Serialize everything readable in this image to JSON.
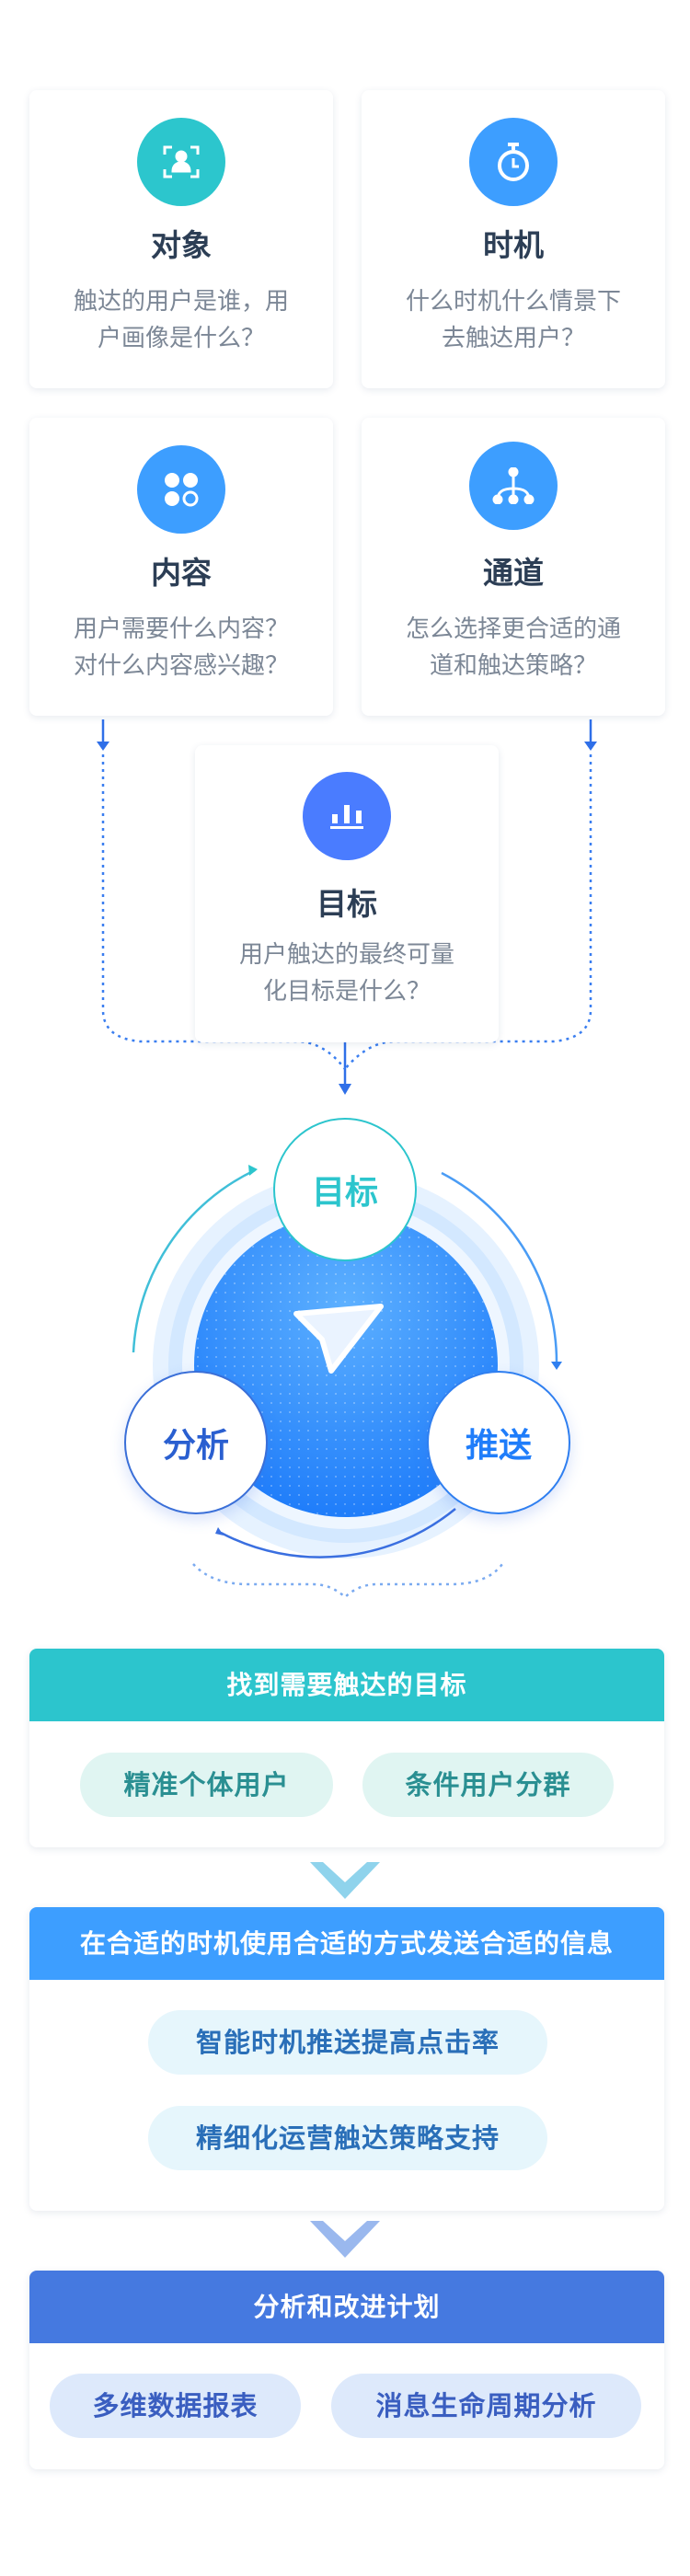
{
  "cards": [
    {
      "title": "对象",
      "desc1": "触达的用户是谁，用",
      "desc2": "户画像是什么？",
      "icon": "user-scan-icon",
      "color": "#2cc6cd"
    },
    {
      "title": "时机",
      "desc1": "什么时机什么情景下",
      "desc2": "去触达用户？",
      "icon": "stopwatch-icon",
      "color": "#3d9eff"
    },
    {
      "title": "内容",
      "desc1": "用户需要什么内容？",
      "desc2": "对什么内容感兴趣？",
      "icon": "content-grid-icon",
      "color": "#3d9eff"
    },
    {
      "title": "通道",
      "desc1": "怎么选择更合适的通",
      "desc2": "道和触达策略？",
      "icon": "channel-branch-icon",
      "color": "#3d9eff"
    },
    {
      "title": "目标",
      "desc1": "用户触达的最终可量",
      "desc2": "化目标是什么？",
      "icon": "bar-chart-icon",
      "color": "#4a7cff"
    }
  ],
  "cycle": {
    "top": "目标",
    "left": "分析",
    "right": "推送"
  },
  "sections": [
    {
      "header": "找到需要触达的目标",
      "pills": [
        "精准个体用户",
        "条件用户分群"
      ],
      "color": "#2cc5cd"
    },
    {
      "header": "在合适的时机使用合适的方式发送合适的信息",
      "pills": [
        "智能时机推送提高点击率",
        "精细化运营触达策略支持"
      ],
      "color": "#3d9eff"
    },
    {
      "header": "分析和改进计划",
      "pills": [
        "多维数据报表",
        "消息生命周期分析"
      ],
      "color": "#4579e0"
    }
  ]
}
